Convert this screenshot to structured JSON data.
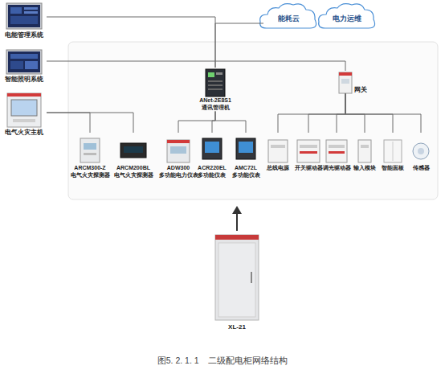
{
  "diagram": {
    "caption": "图5. 2. 1. 1    二级配电柜网络结构",
    "nodes": [
      {
        "text": [
          "电能管理系统"
        ]
      },
      {
        "text": [
          "能耗云"
        ]
      },
      {
        "text": [
          "电力运维"
        ]
      },
      {
        "text": [
          "智能照明系统"
        ]
      },
      {
        "text": [
          "ANet-2E8S1",
          "通讯管理机"
        ]
      },
      {
        "text": [
          "网关"
        ]
      },
      {
        "text": [
          "电气火灾主机"
        ]
      },
      {
        "text": [
          "ARCM300-Z",
          "电气火灾探测器"
        ]
      },
      {
        "text": [
          "ARCM200BL",
          "电气火灾探测器"
        ]
      },
      {
        "text": [
          "ADW300",
          "多功能电力仪表"
        ]
      },
      {
        "text": [
          "ACR220EL",
          "多功能仪表"
        ]
      },
      {
        "text": [
          "AMC72L",
          "多功能仪表"
        ]
      },
      {
        "text": [
          "总线电源"
        ]
      },
      {
        "text": [
          "开关驱动器"
        ]
      },
      {
        "text": [
          "调光驱动器"
        ]
      },
      {
        "text": [
          "输入模块"
        ]
      },
      {
        "text": [
          "智能面板"
        ]
      },
      {
        "text": [
          "传感器"
        ]
      },
      {
        "text": [
          "XL-21"
        ]
      }
    ],
    "edges": [
      {
        "from": 0,
        "to": 4,
        "arrow": "none"
      },
      {
        "from": 3,
        "to": 5,
        "arrow": "none"
      },
      {
        "from": 4,
        "to": 1,
        "arrow": "none"
      },
      {
        "from": 6,
        "to": 7,
        "arrow": "none"
      },
      {
        "from": 6,
        "to": 8,
        "arrow": "none"
      },
      {
        "from": 4,
        "to": 9,
        "arrow": "none"
      },
      {
        "from": 4,
        "to": 10,
        "arrow": "none"
      },
      {
        "from": 4,
        "to": 11,
        "arrow": "none"
      },
      {
        "from": 5,
        "to": 12,
        "arrow": "none"
      },
      {
        "from": 5,
        "to": 13,
        "arrow": "none"
      },
      {
        "from": 5,
        "to": 14,
        "arrow": "none"
      },
      {
        "from": 5,
        "to": 15,
        "arrow": "none"
      },
      {
        "from": 5,
        "to": 16,
        "arrow": "none"
      },
      {
        "from": 5,
        "to": 17,
        "arrow": "none"
      }
    ]
  }
}
